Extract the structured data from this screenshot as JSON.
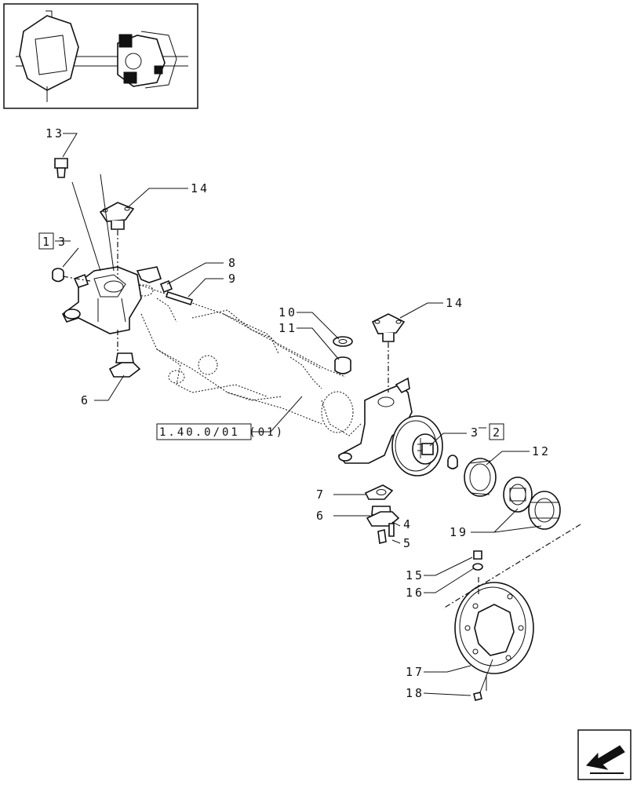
{
  "labels": {
    "l13": "13",
    "l14a": "14",
    "l1box": "1",
    "l3a": "3",
    "l8": "8",
    "l9": "9",
    "l10": "10",
    "l11": "11",
    "l14b": "14",
    "l6a": "6",
    "ref": "1.40.0/01 (01)",
    "l3b": "3",
    "l2box": "2",
    "l12": "12",
    "l7": "7",
    "l6b": "6",
    "l4": "4",
    "l5": "5",
    "l19": "19",
    "l15": "15",
    "l16": "16",
    "l17": "17",
    "l18": "18"
  },
  "icons": {
    "nav": "previous-page-arrow-icon",
    "thumbnail": "axle-assembly-thumbnail"
  }
}
